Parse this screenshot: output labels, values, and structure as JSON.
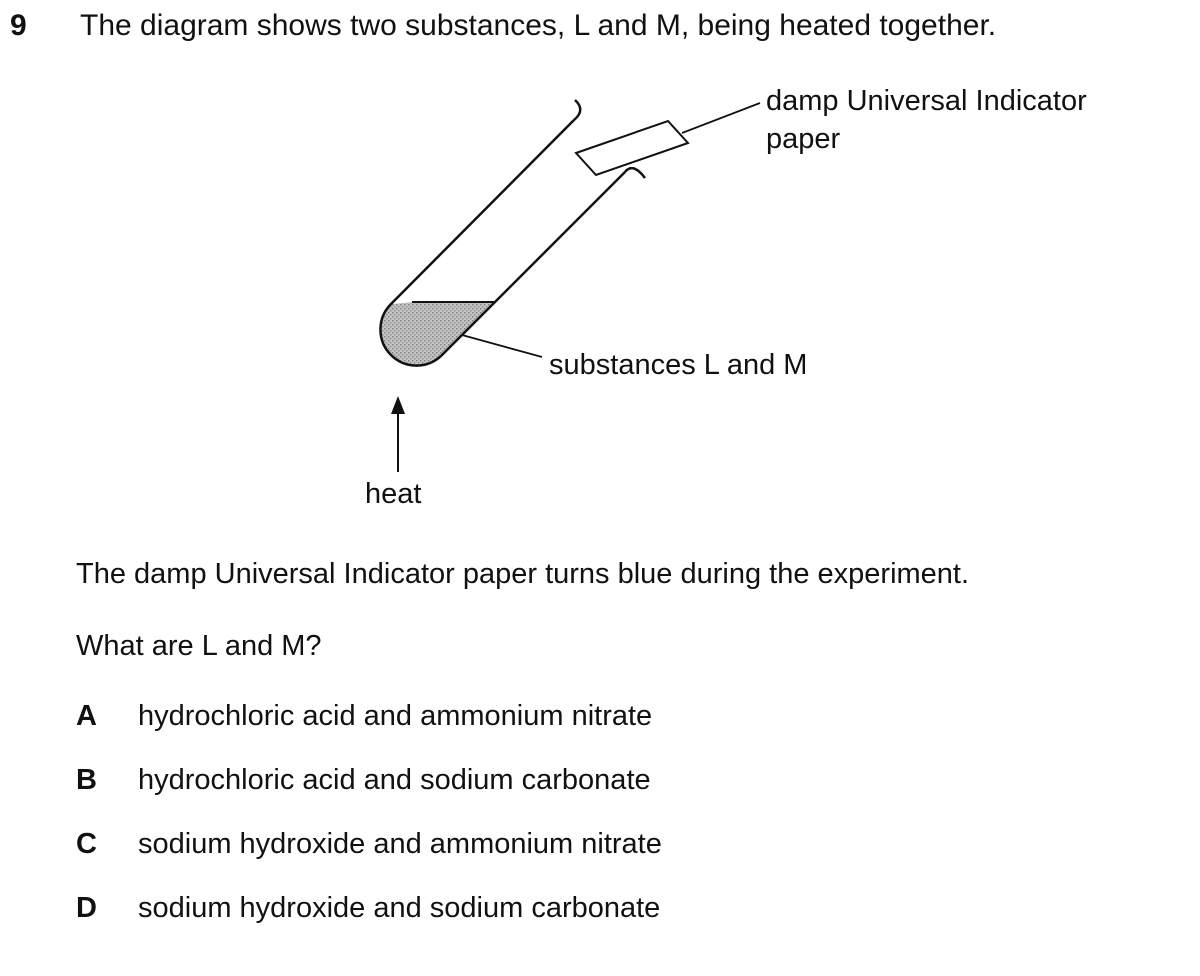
{
  "question": {
    "number": "9",
    "stem": "The diagram shows two substances, L and M, being heated together."
  },
  "diagram": {
    "label_paper_line1": "damp Universal Indicator",
    "label_paper_line2": "paper",
    "label_substances": "substances L and M",
    "label_heat": "heat",
    "colors": {
      "line": "#111111",
      "fill_substance": "#bdbdbd"
    }
  },
  "body": {
    "observation": "The damp Universal Indicator paper turns blue during the experiment.",
    "prompt": "What are L and M?"
  },
  "options": [
    {
      "letter": "A",
      "text": "hydrochloric acid and ammonium nitrate"
    },
    {
      "letter": "B",
      "text": "hydrochloric acid and sodium carbonate"
    },
    {
      "letter": "C",
      "text": "sodium hydroxide and ammonium nitrate"
    },
    {
      "letter": "D",
      "text": "sodium hydroxide and sodium carbonate"
    }
  ]
}
